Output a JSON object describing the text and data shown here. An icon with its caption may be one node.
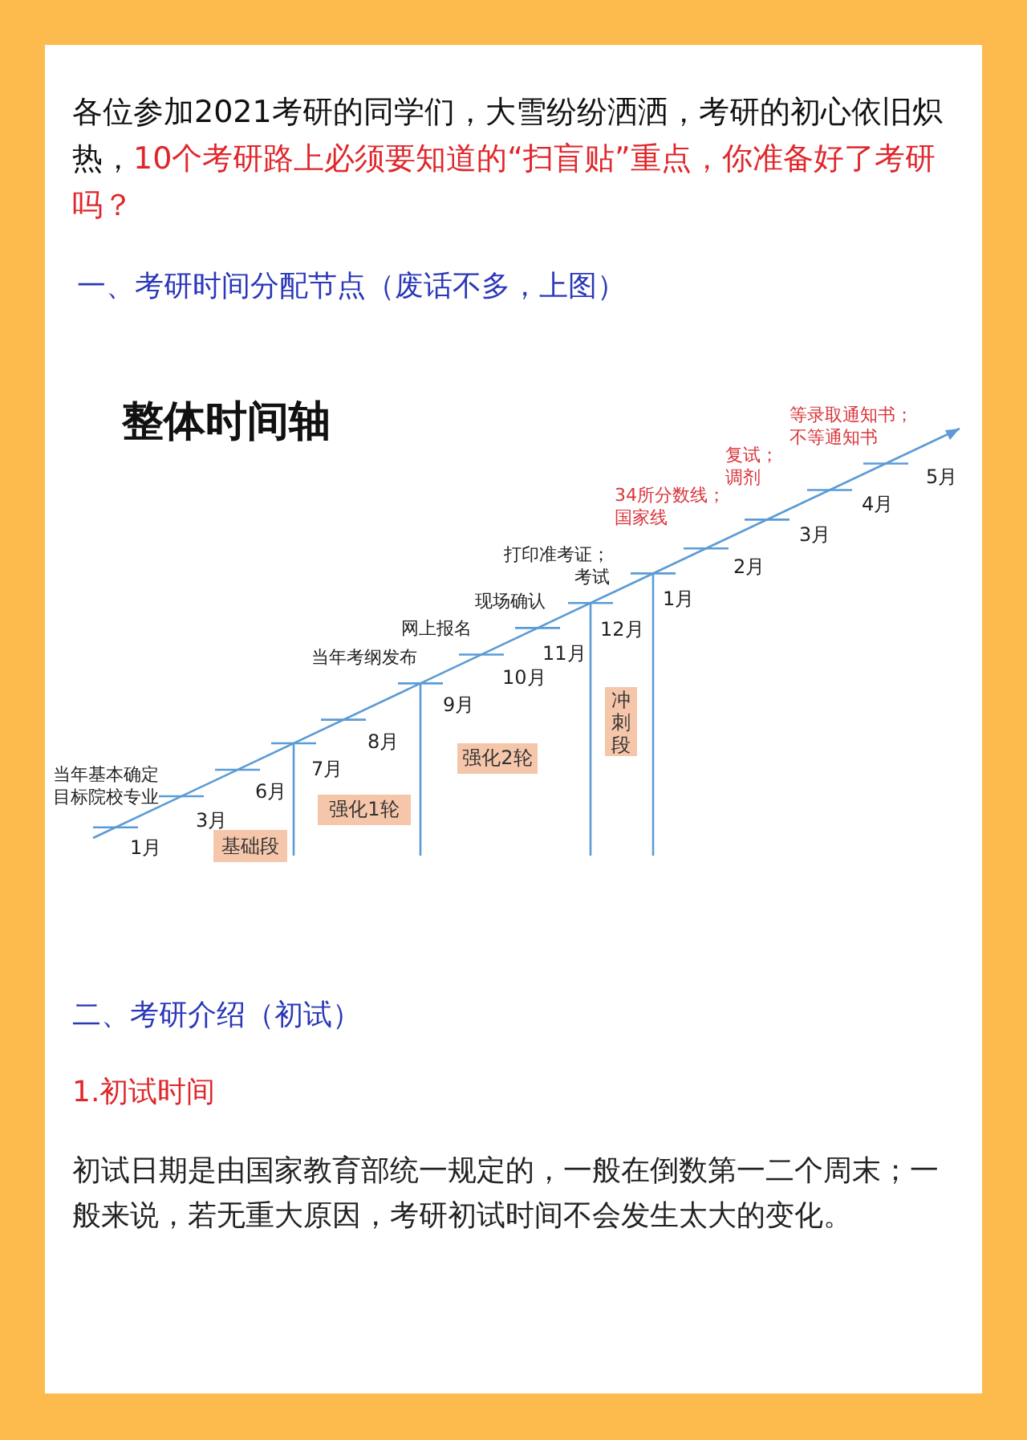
{
  "diagram": {
    "nodes": [
      {
        "text": [
          "基础段"
        ]
      },
      {
        "text": [
          "强化1轮"
        ]
      },
      {
        "text": [
          "强化2轮"
        ]
      },
      {
        "text": [
          "冲刺段"
        ]
      }
    ],
    "edges": [],
    "labels": [
      "各位参加2021考研的同学们，大雪纷纷洒洒，考研的初心依旧炽热，",
      "10个考研路上必须要知道的“扫盲贴”重点，你准备好了考研吗？",
      "一、考研时间分配节点（废话不多，上图）",
      "整体时间轴",
      "等录取通知书；不等通知书",
      "复试；调剂",
      "34所分数线；国家线",
      "打印准考证；考试",
      "现场确认",
      "网上报名",
      "当年考纲发布",
      "当年基本确定目标院校专业",
      "5月",
      "4月",
      "3月",
      "2月",
      "1月",
      "12月",
      "11月",
      "10月",
      "9月",
      "8月",
      "7月",
      "6月",
      "3月",
      "1月",
      "二、考研介绍（初试）",
      "1.初试时间",
      "初试日期是由国家教育部统一规定的，一般在倒数第一二个周末；一般来说，若无重大原因，考研初试时间不会发生太大的变化。"
    ]
  }
}
